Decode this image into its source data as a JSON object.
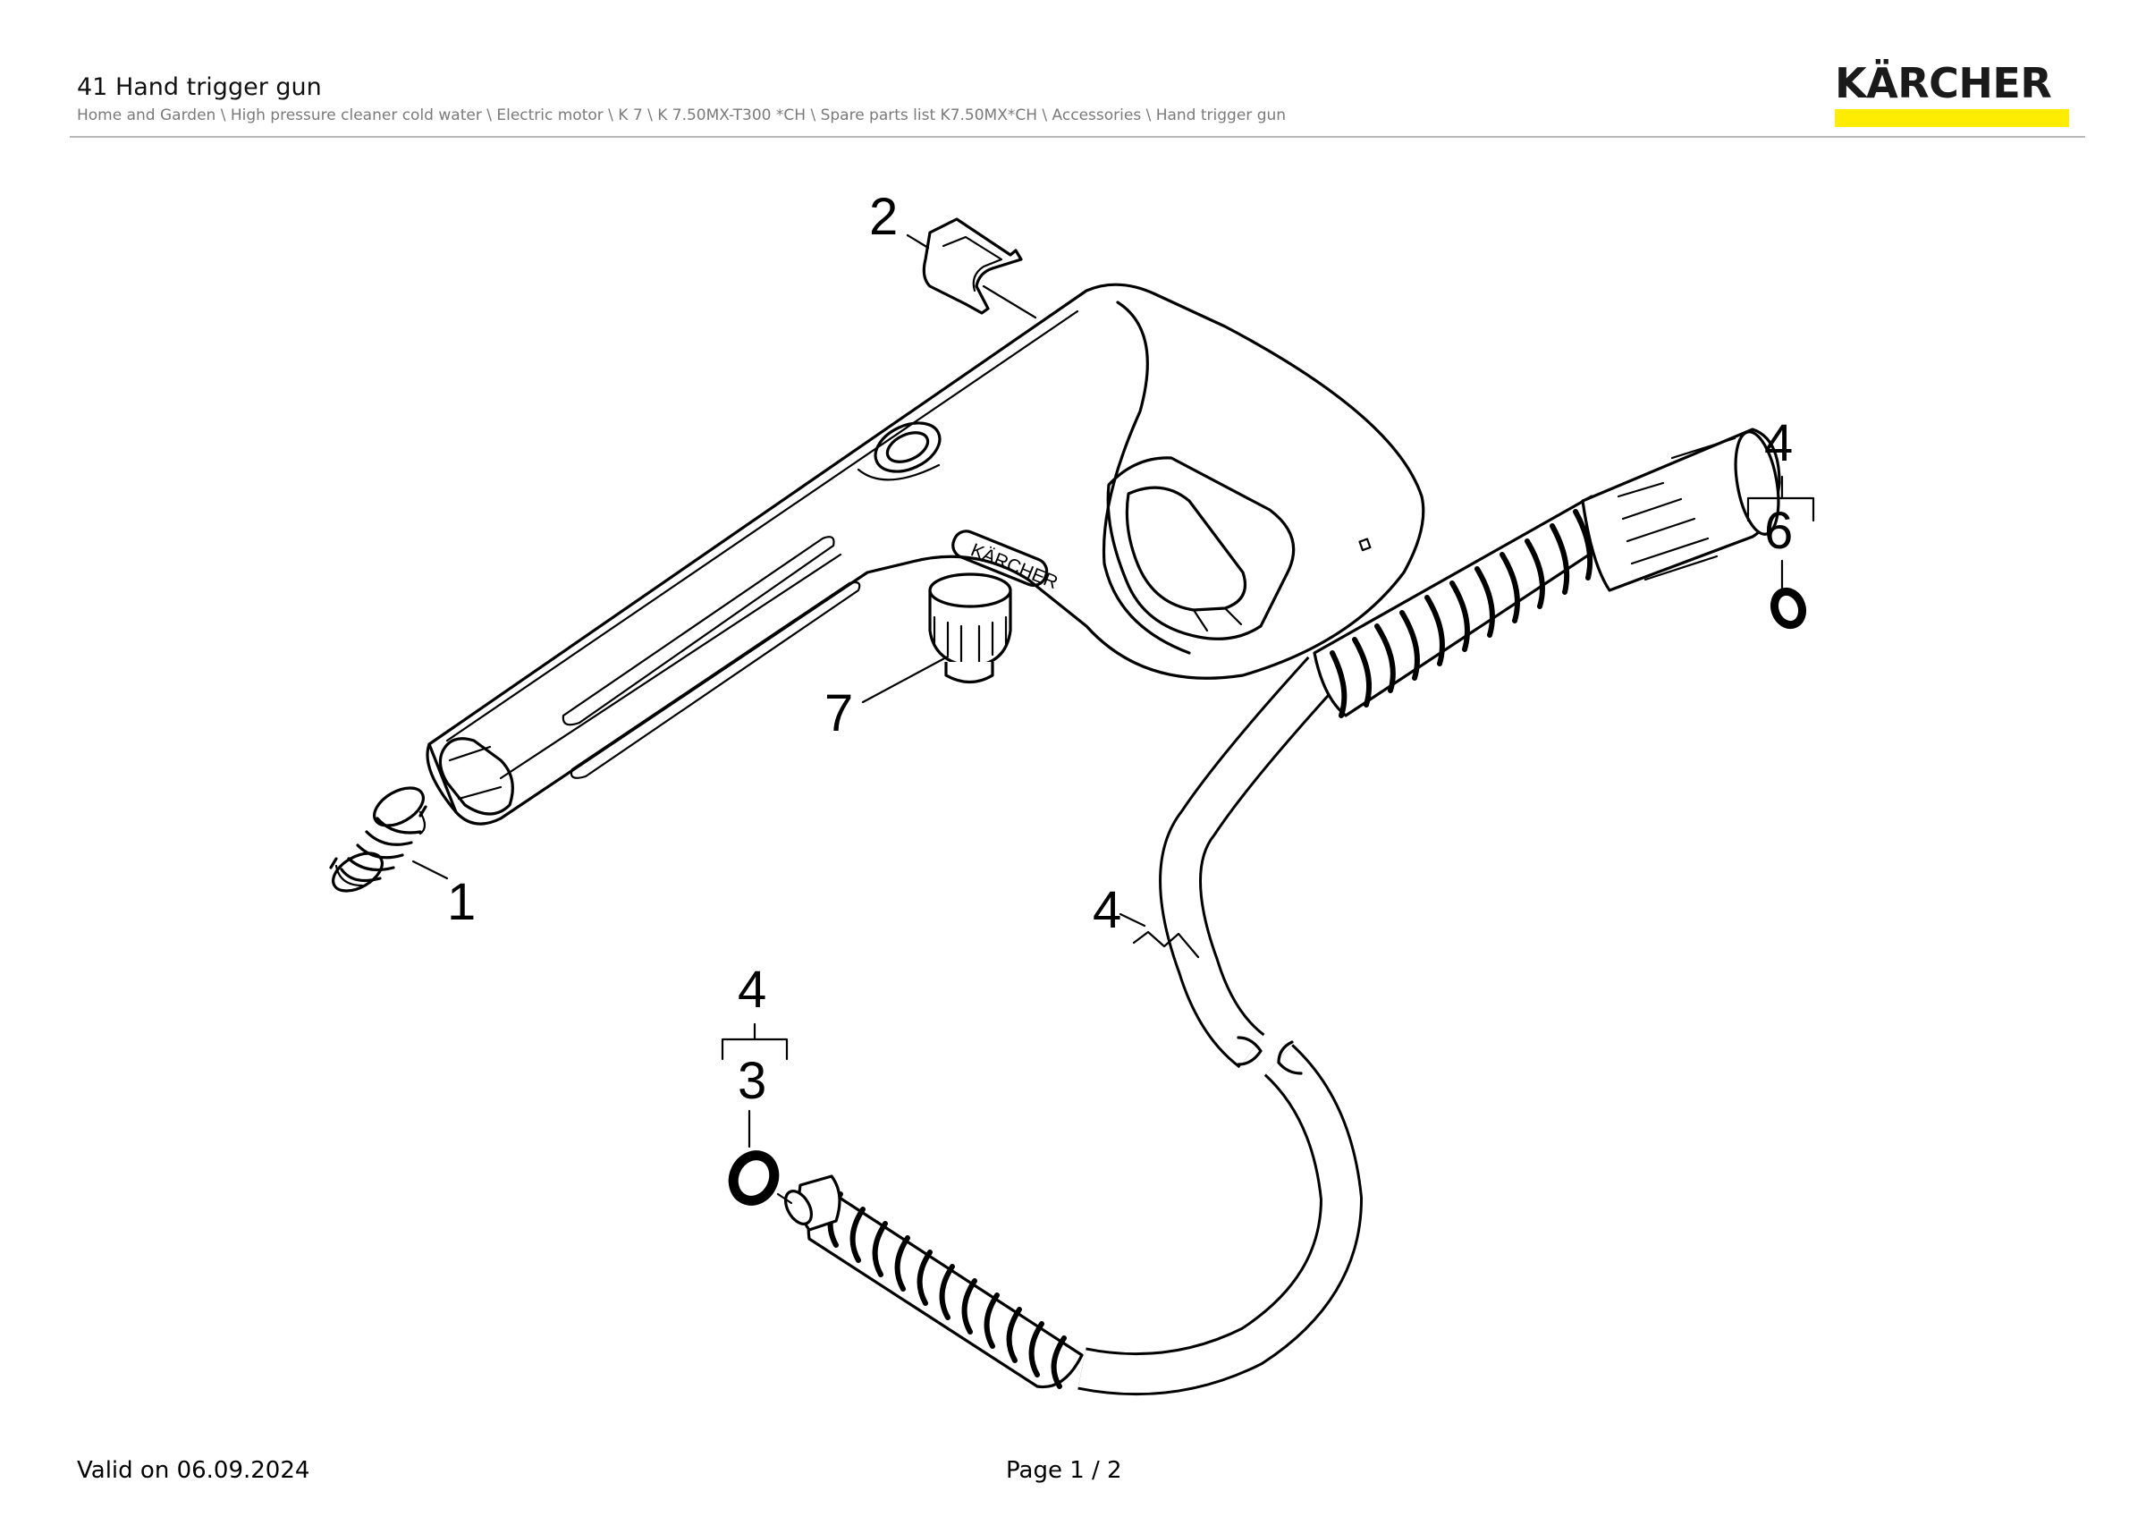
{
  "header": {
    "title": "41 Hand trigger gun",
    "breadcrumb": "Home and Garden \\ High pressure cleaner cold water \\ Electric motor \\ K 7 \\ K 7.50MX-T300 *CH \\ Spare parts list K7.50MX*CH \\ Accessories \\ Hand trigger gun"
  },
  "logo": {
    "text": "KÄRCHER",
    "bar_color": "#ffed00"
  },
  "diagram": {
    "gun_brand_label": "KÄRCHER",
    "callouts": {
      "spring": "1",
      "clip": "2",
      "oring_front_group": "4",
      "oring_front": "3",
      "hose_top_group": "4",
      "oring_rear": "6",
      "hose": "4",
      "connector": "7"
    }
  },
  "footer": {
    "valid": "Valid on 06.09.2024",
    "page": "Page 1 / 2"
  }
}
